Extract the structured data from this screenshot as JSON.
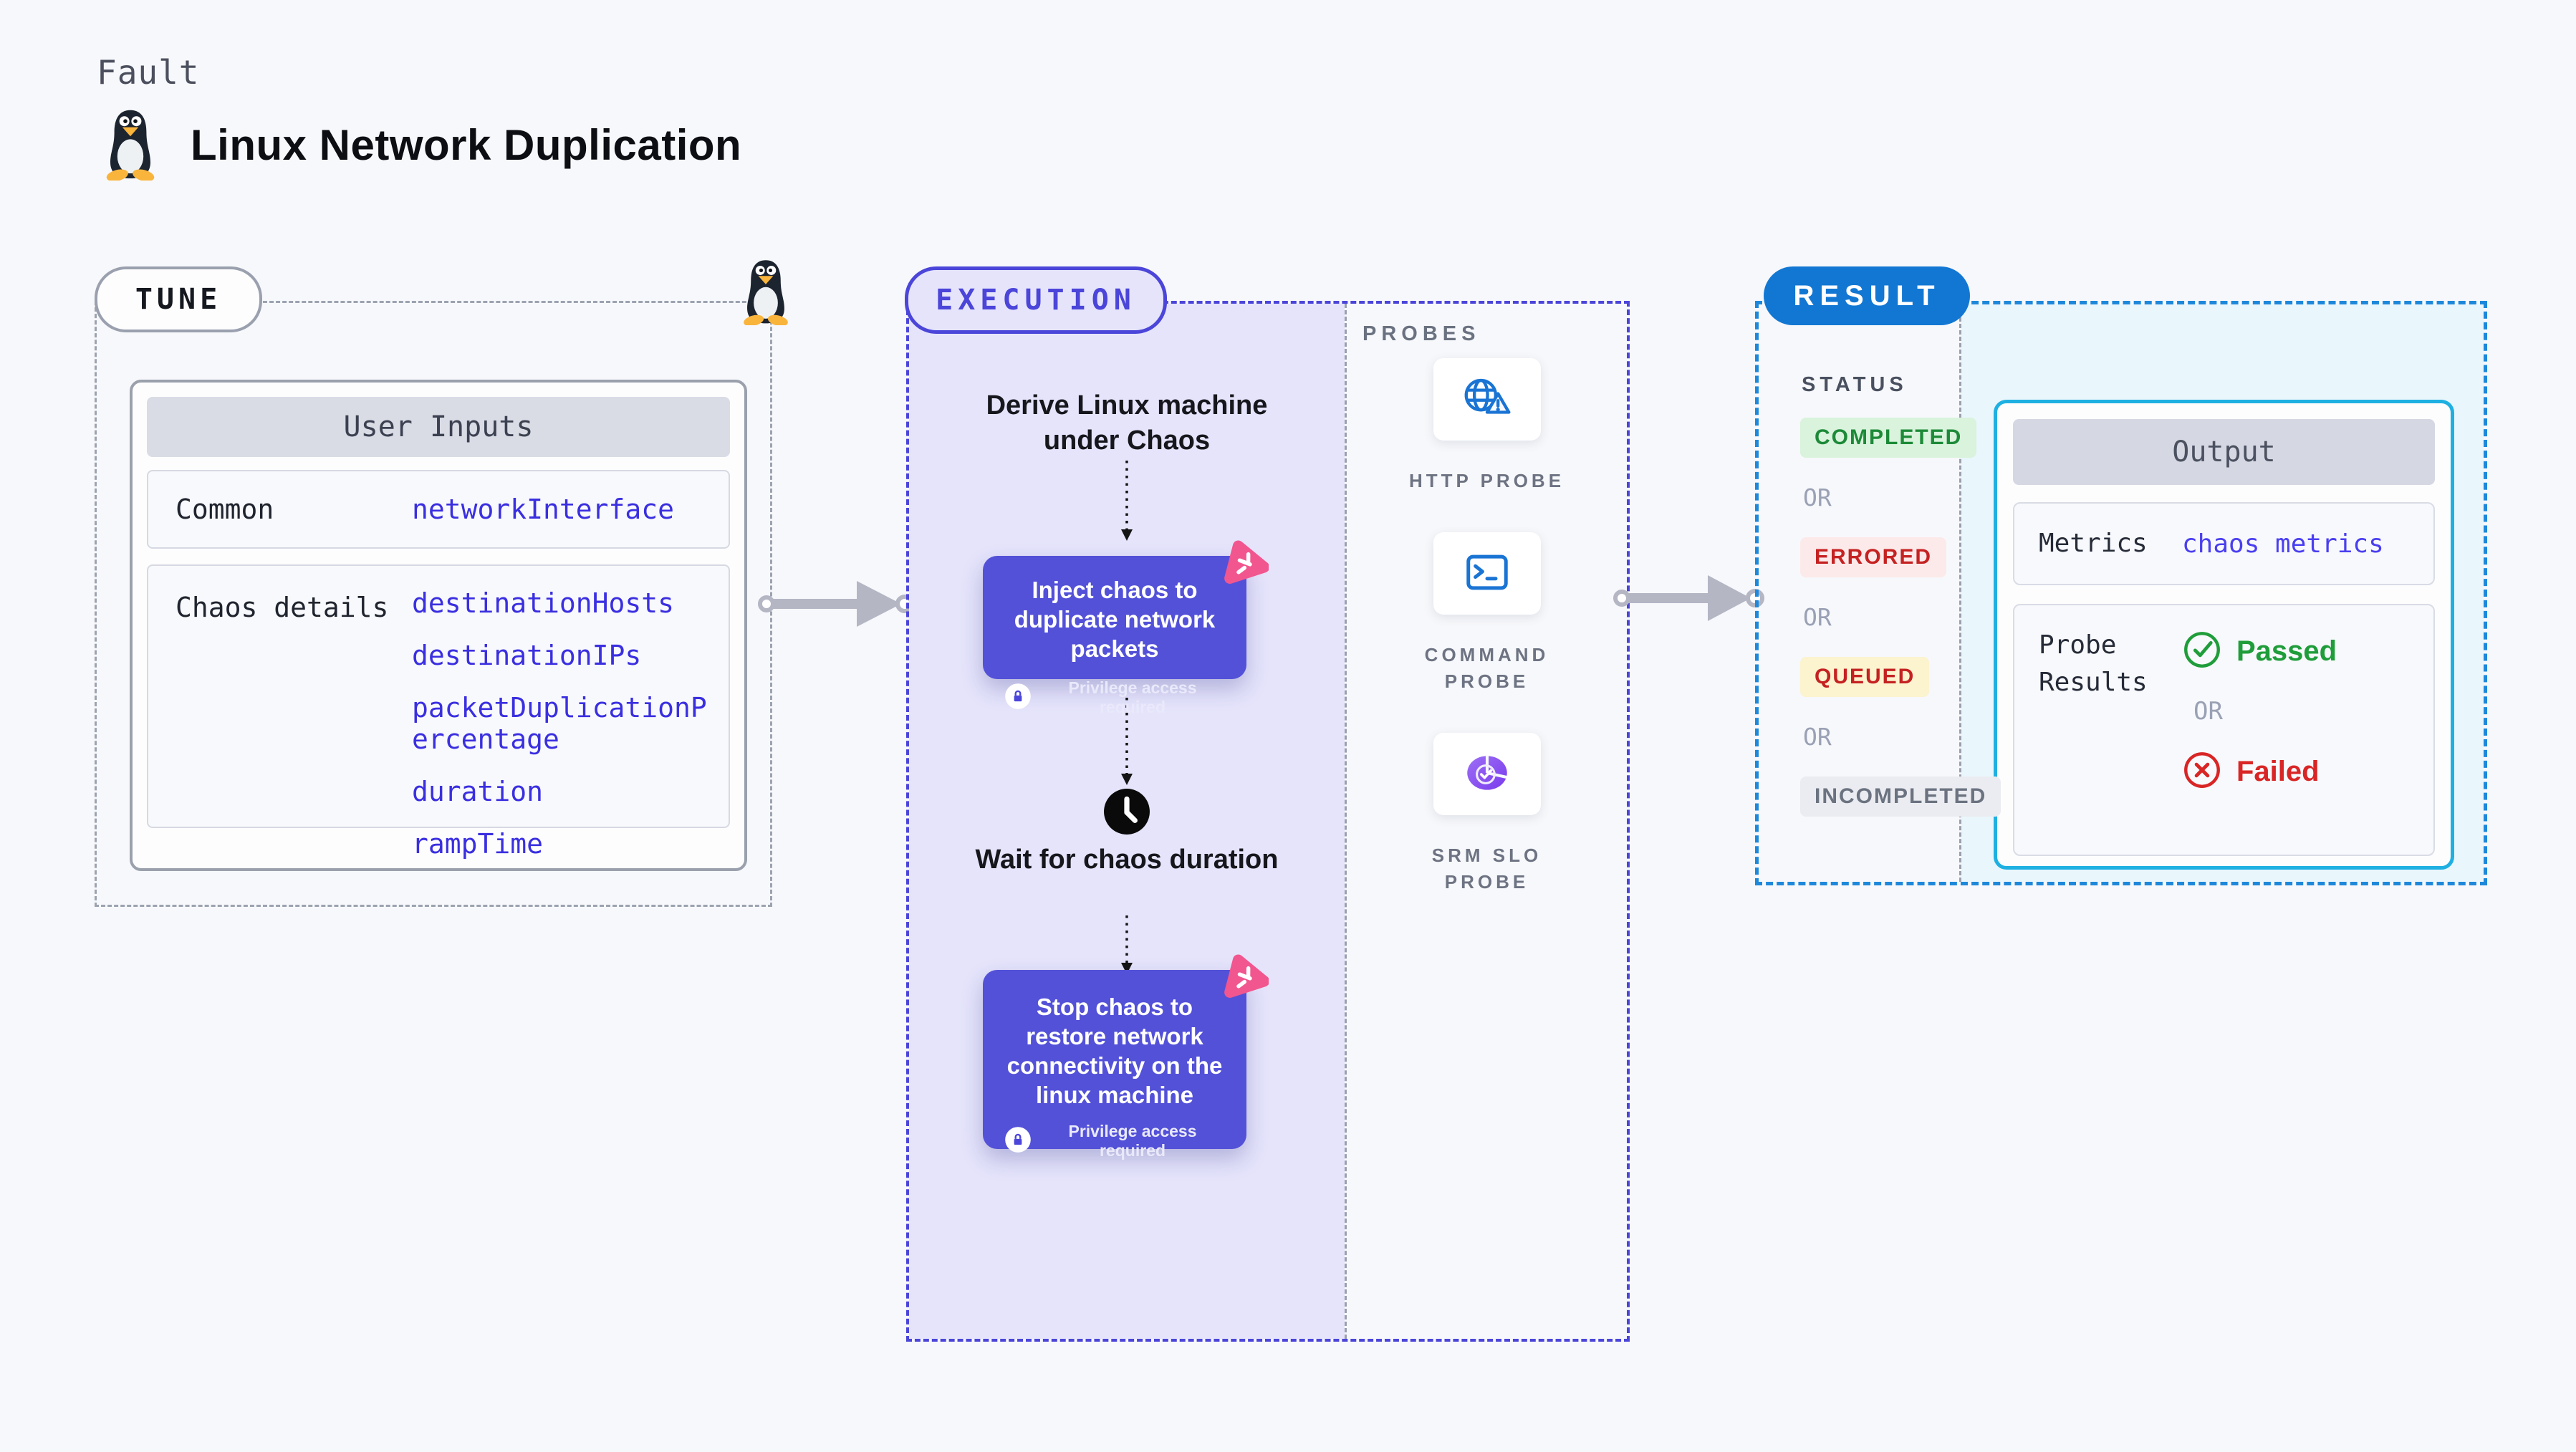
{
  "header": {
    "eyebrow": "Fault",
    "title": "Linux Network Duplication"
  },
  "tune": {
    "badge": "TUNE",
    "table_title": "User Inputs",
    "rows": [
      {
        "label": "Common",
        "values": [
          "networkInterface"
        ]
      },
      {
        "label": "Chaos details",
        "values": [
          "destinationHosts",
          "destinationIPs",
          "packetDuplicationPercentage",
          "duration",
          "rampTime"
        ]
      }
    ]
  },
  "execution": {
    "badge": "EXECUTION",
    "step1": "Derive Linux machine under Chaos",
    "inject": {
      "title": "Inject chaos to duplicate network packets",
      "note": "Privilege access required"
    },
    "wait": "Wait for chaos duration",
    "stop": {
      "title": "Stop chaos to restore network connectivity on the linux machine",
      "note": "Privilege access required"
    },
    "probes": {
      "label": "PROBES",
      "items": [
        {
          "name": "HTTP PROBE",
          "icon": "globe-warning-icon"
        },
        {
          "name": "COMMAND PROBE",
          "icon": "terminal-icon"
        },
        {
          "name": "SRM SLO PROBE",
          "icon": "slo-pie-check-icon"
        }
      ]
    }
  },
  "result": {
    "badge": "RESULT",
    "status_label": "STATUS",
    "or": "OR",
    "statuses": [
      {
        "label": "COMPLETED",
        "fg": "#1d8a38",
        "bg": "#d9f3dc"
      },
      {
        "label": "ERRORED",
        "fg": "#c52222",
        "bg": "#fceaea"
      },
      {
        "label": "QUEUED",
        "fg": "#c52222",
        "bg": "#fcf3cf"
      },
      {
        "label": "INCOMPLETED",
        "fg": "#6b7280",
        "bg": "#ebecf1"
      }
    ],
    "output": {
      "title": "Output",
      "metrics_label": "Metrics",
      "metrics_value": "chaos metrics",
      "probe_label": "Probe Results",
      "passed": "Passed",
      "or": "OR",
      "failed": "Failed"
    }
  },
  "colors": {
    "page_bg": "#f7f8fb",
    "indigo": "#4b45d9",
    "chaos_box": "#5351d8",
    "lavender": "#e5e4fb",
    "result_blue": "#1277d3",
    "result_dash": "#1e88da",
    "output_border": "#1fb0e2",
    "cyan_bg": "#e9f6fc",
    "gray_dash": "#9ca3b0",
    "arrow_gray": "#b4b6c4",
    "probe_blue": "#1a74d4",
    "srm_purple": "#8655f0",
    "pink_logo": "#f1568f",
    "value_indigo": "#3a2fe0",
    "passed_green": "#1f9d3a",
    "failed_red": "#d92525"
  }
}
